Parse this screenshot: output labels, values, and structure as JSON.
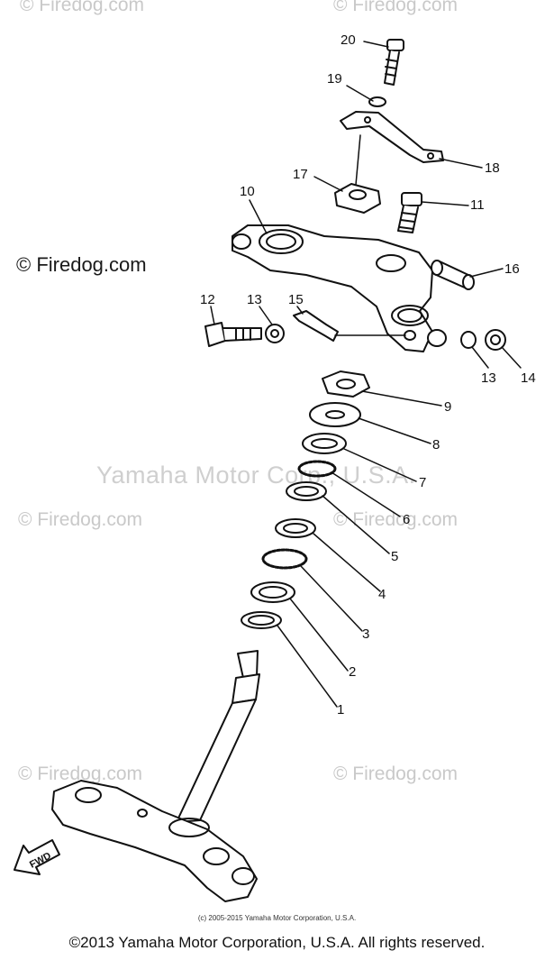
{
  "watermarks": {
    "firedog": "© Firedog.com",
    "yamaha": "Yamaha Motor Corp., U.S.A."
  },
  "parts": {
    "callouts": [
      "20",
      "19",
      "18",
      "17",
      "10",
      "11",
      "16",
      "12",
      "13",
      "15",
      "13",
      "14",
      "9",
      "8",
      "7",
      "6",
      "5",
      "4",
      "3",
      "2",
      "1"
    ]
  },
  "fwd_label": "FWD",
  "footer": {
    "small_copyright": "(c) 2005-2015 Yamaha Motor Corporation, U.S.A.",
    "main_copyright": "©2013 Yamaha Motor Corporation, U.S.A. All rights reserved."
  }
}
